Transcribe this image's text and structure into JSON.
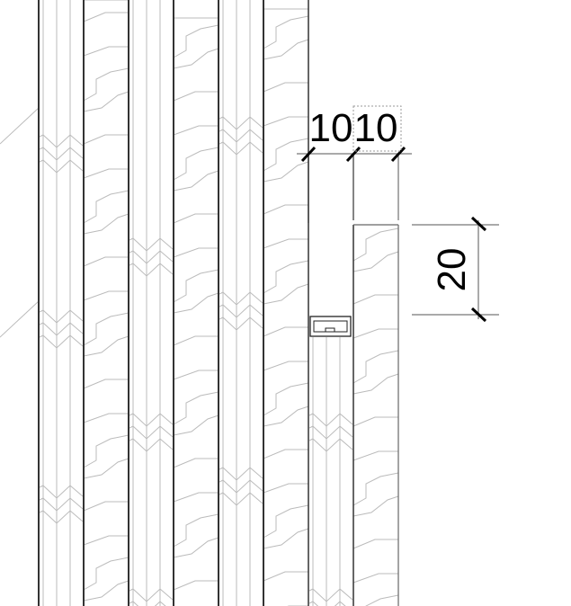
{
  "drawing": {
    "dimensions": [
      {
        "label": "10",
        "orientation": "horizontal"
      },
      {
        "label": "10",
        "orientation": "horizontal"
      },
      {
        "label": "20",
        "orientation": "vertical"
      }
    ],
    "colors": {
      "outline": "#333333",
      "grain": "#bbbbbb",
      "dimension": "#000000"
    }
  }
}
